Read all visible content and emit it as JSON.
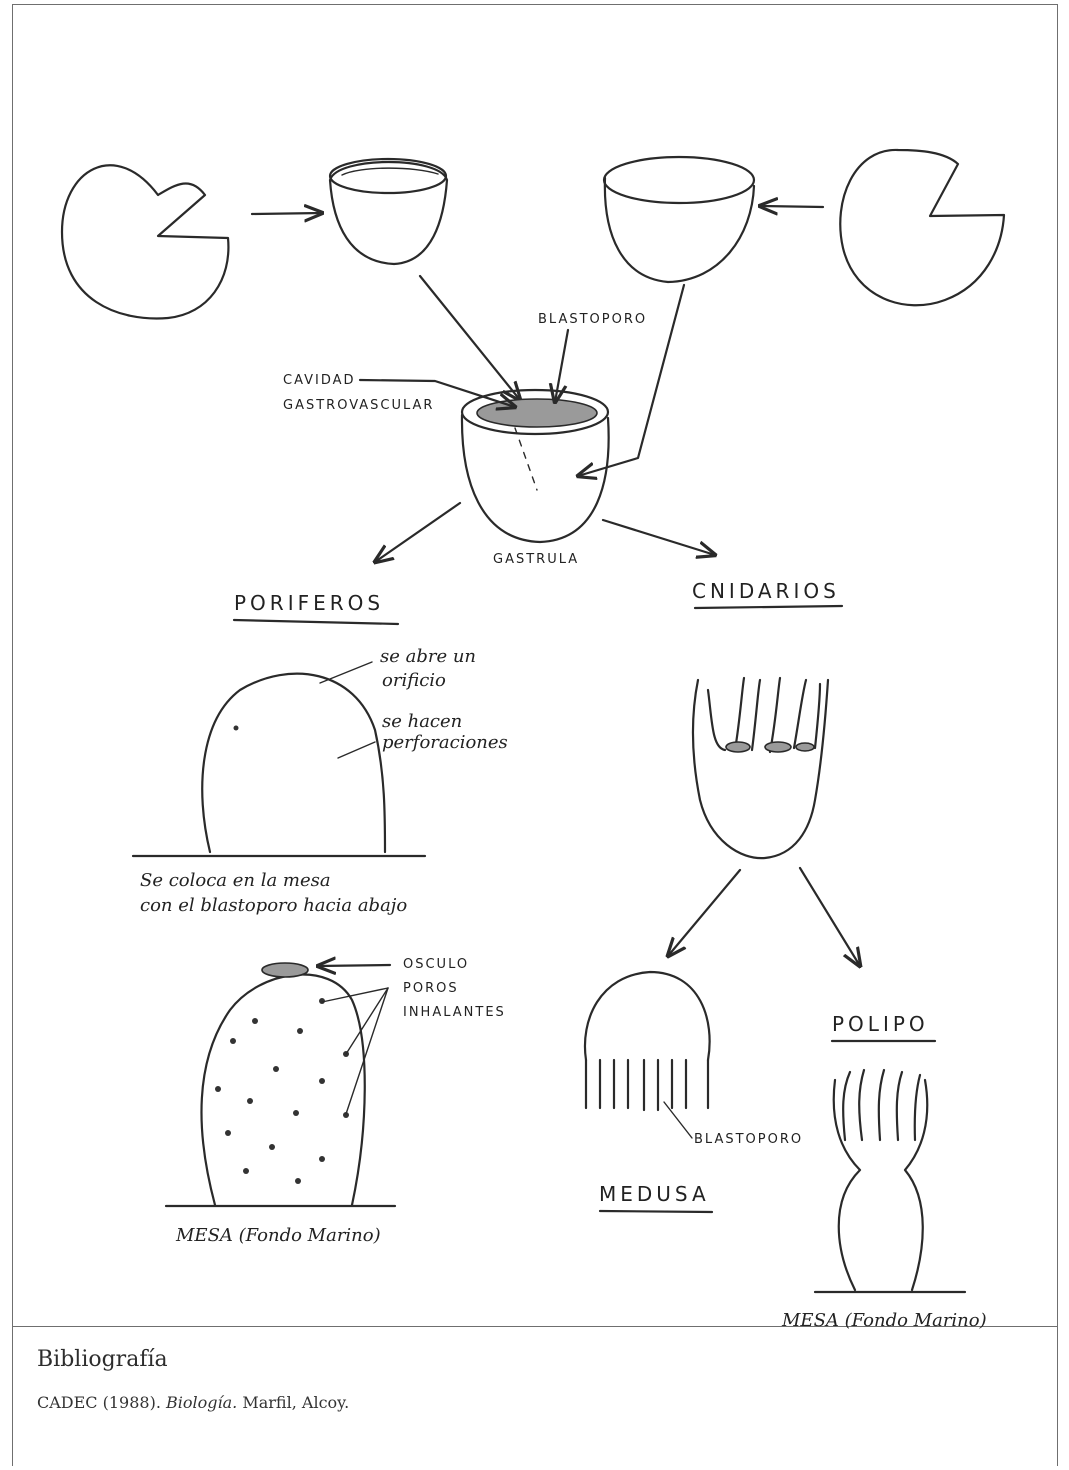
{
  "labels": {
    "blastoporo": "BLASTOPORO",
    "cavidad_1": "CAVIDAD",
    "cavidad_2": "GASTROVASCULAR",
    "gastrula": "GASTRULA",
    "poriferos": "PORIFEROS",
    "cnidarios": "CNIDARIOS",
    "se_abre_1": "se abre un",
    "se_abre_2": "orificio",
    "se_hacen_1": "se hacen",
    "se_hacen_2": "perforaciones",
    "se_coloca_1": "Se coloca en la mesa",
    "se_coloca_2": "con el blastoporo hacia abajo",
    "osculo": "OSCULO",
    "poros": "POROS",
    "inhalantes": "INHALANTES",
    "mesa_left": "MESA (Fondo Marino)",
    "medusa": "MEDUSA",
    "polipo": "POLIPO",
    "blastoporo_2": "BLASTOPORO",
    "mesa_right": "MESA (Fondo Marino)"
  },
  "bibliography": {
    "heading": "Bibliografía",
    "author_year": "CADEC (1988).",
    "title": "Biología.",
    "publisher": "Marfil, Alcoy."
  }
}
